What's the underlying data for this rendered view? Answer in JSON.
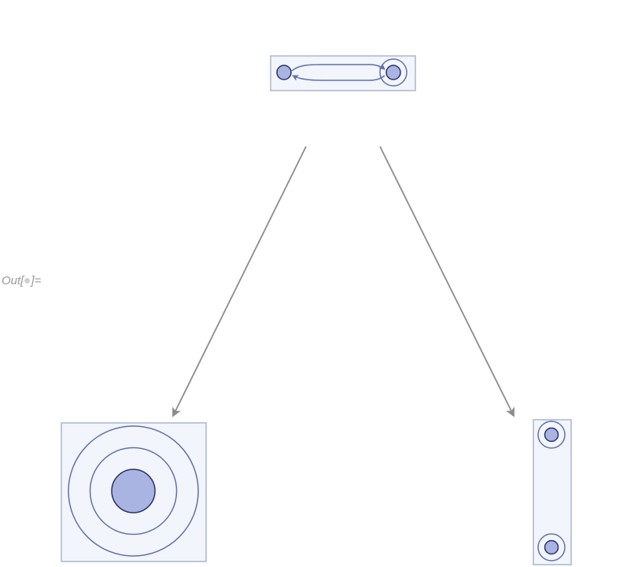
{
  "output": {
    "prefix": "Out[",
    "suffix": "]=",
    "placeholder_icon": "cell-number-placeholder-icon"
  },
  "diagram": {
    "nodes": [
      {
        "id": "top",
        "kind": "two-state graph with bidirectional edges, one state circled"
      },
      {
        "id": "bottom-left",
        "kind": "single state with two concentric rings"
      },
      {
        "id": "bottom-right",
        "kind": "two states each circled, stacked vertically"
      }
    ],
    "edges": [
      {
        "from": "top",
        "to": "bottom-left"
      },
      {
        "from": "top",
        "to": "bottom-right"
      }
    ],
    "colors": {
      "box_fill": "#f2f5fc",
      "box_stroke": "#a9b6cf",
      "node_fill": "#a9b4e3",
      "node_stroke": "#2b3166",
      "ring_stroke": "#6270a8",
      "arrow": "#8c8c8c"
    }
  }
}
